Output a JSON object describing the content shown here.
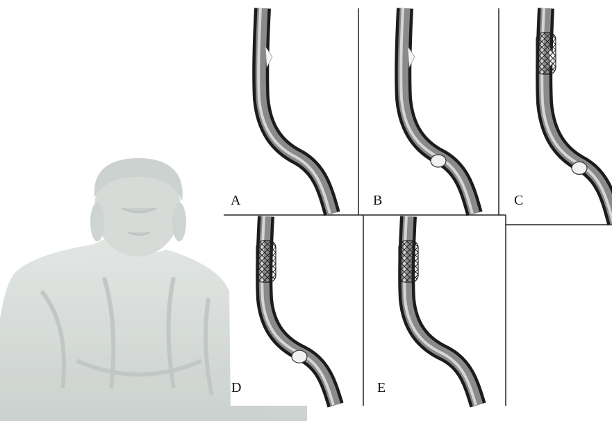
{
  "panels": [
    {
      "label": "A",
      "stent": false,
      "bulge": false,
      "flap": true
    },
    {
      "label": "B",
      "stent": false,
      "bulge": true,
      "flap": true
    },
    {
      "label": "C",
      "stent": true,
      "bulge": true,
      "flap": true
    },
    {
      "label": "D",
      "stent": true,
      "bulge": true,
      "flap": false
    },
    {
      "label": "E",
      "stent": true,
      "bulge": false,
      "flap": false
    }
  ],
  "background": {
    "statue": "seated-buddha-statue-watermark"
  },
  "colors": {
    "vessel_wall": "#1c1c1c",
    "vessel_lumen": "#8a8a8a",
    "vessel_highlight": "#d6d6d6",
    "divider": "#222222",
    "statue_tone": "#c9d0cc"
  }
}
